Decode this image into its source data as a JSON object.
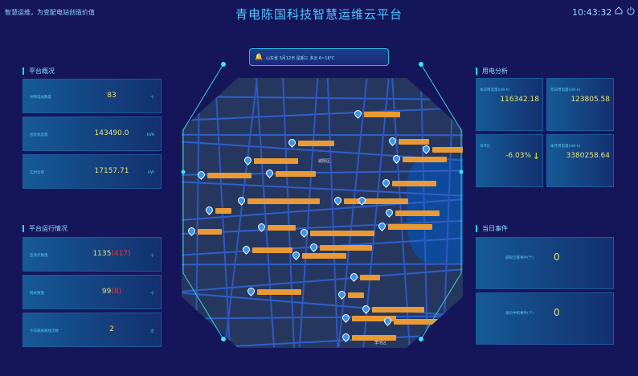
{
  "header": {
    "slogan": "智慧运维，为变配电站创造价值",
    "title": "青电陈国科技智慧运维云平台",
    "time": "10:43:32",
    "icons": [
      "home-icon",
      "power-icon"
    ]
  },
  "weather": {
    "icon": "bell-icon",
    "text": "山东省  3月12日  星期三  多云  6~16℃"
  },
  "overview": {
    "title": "平台概况",
    "items": [
      {
        "label": "并网电站数量",
        "value": "83",
        "unit": "个"
      },
      {
        "label": "总装机容量",
        "value": "143490.0",
        "unit": "kVA"
      },
      {
        "label": "实时负荷",
        "value": "17157.71",
        "unit": "kW"
      }
    ]
  },
  "running": {
    "title": "平台运行情况",
    "items": [
      {
        "label": "监测点数量",
        "value": "1135",
        "extra": "(417)",
        "unit": "个"
      },
      {
        "label": "网关数量",
        "value": "99",
        "extra": "(8)",
        "unit": "个"
      },
      {
        "label": "今日网关离线次数",
        "value": "2",
        "extra": "",
        "unit": "次"
      }
    ]
  },
  "power": {
    "title": "用电分析",
    "items": [
      {
        "label": "本日用电量(kW·h)",
        "value": "116342.18"
      },
      {
        "label": "昨日用电量(kW·h)",
        "value": "123805.58"
      },
      {
        "label": "日环比",
        "value": "-6.03%",
        "trend": "down"
      },
      {
        "label": "本月用电量(kW·h)",
        "value": "3380258.64"
      }
    ]
  },
  "events": {
    "title": "当日事件",
    "items": [
      {
        "label": "越限告警事件(个)",
        "value": "0"
      },
      {
        "label": "通讯中断事件(个)",
        "value": "0"
      }
    ]
  },
  "map": {
    "places": [
      "城阳区",
      "李沧区"
    ],
    "marker_color": "#ea9a35",
    "pin_color": "#3a95e8"
  }
}
